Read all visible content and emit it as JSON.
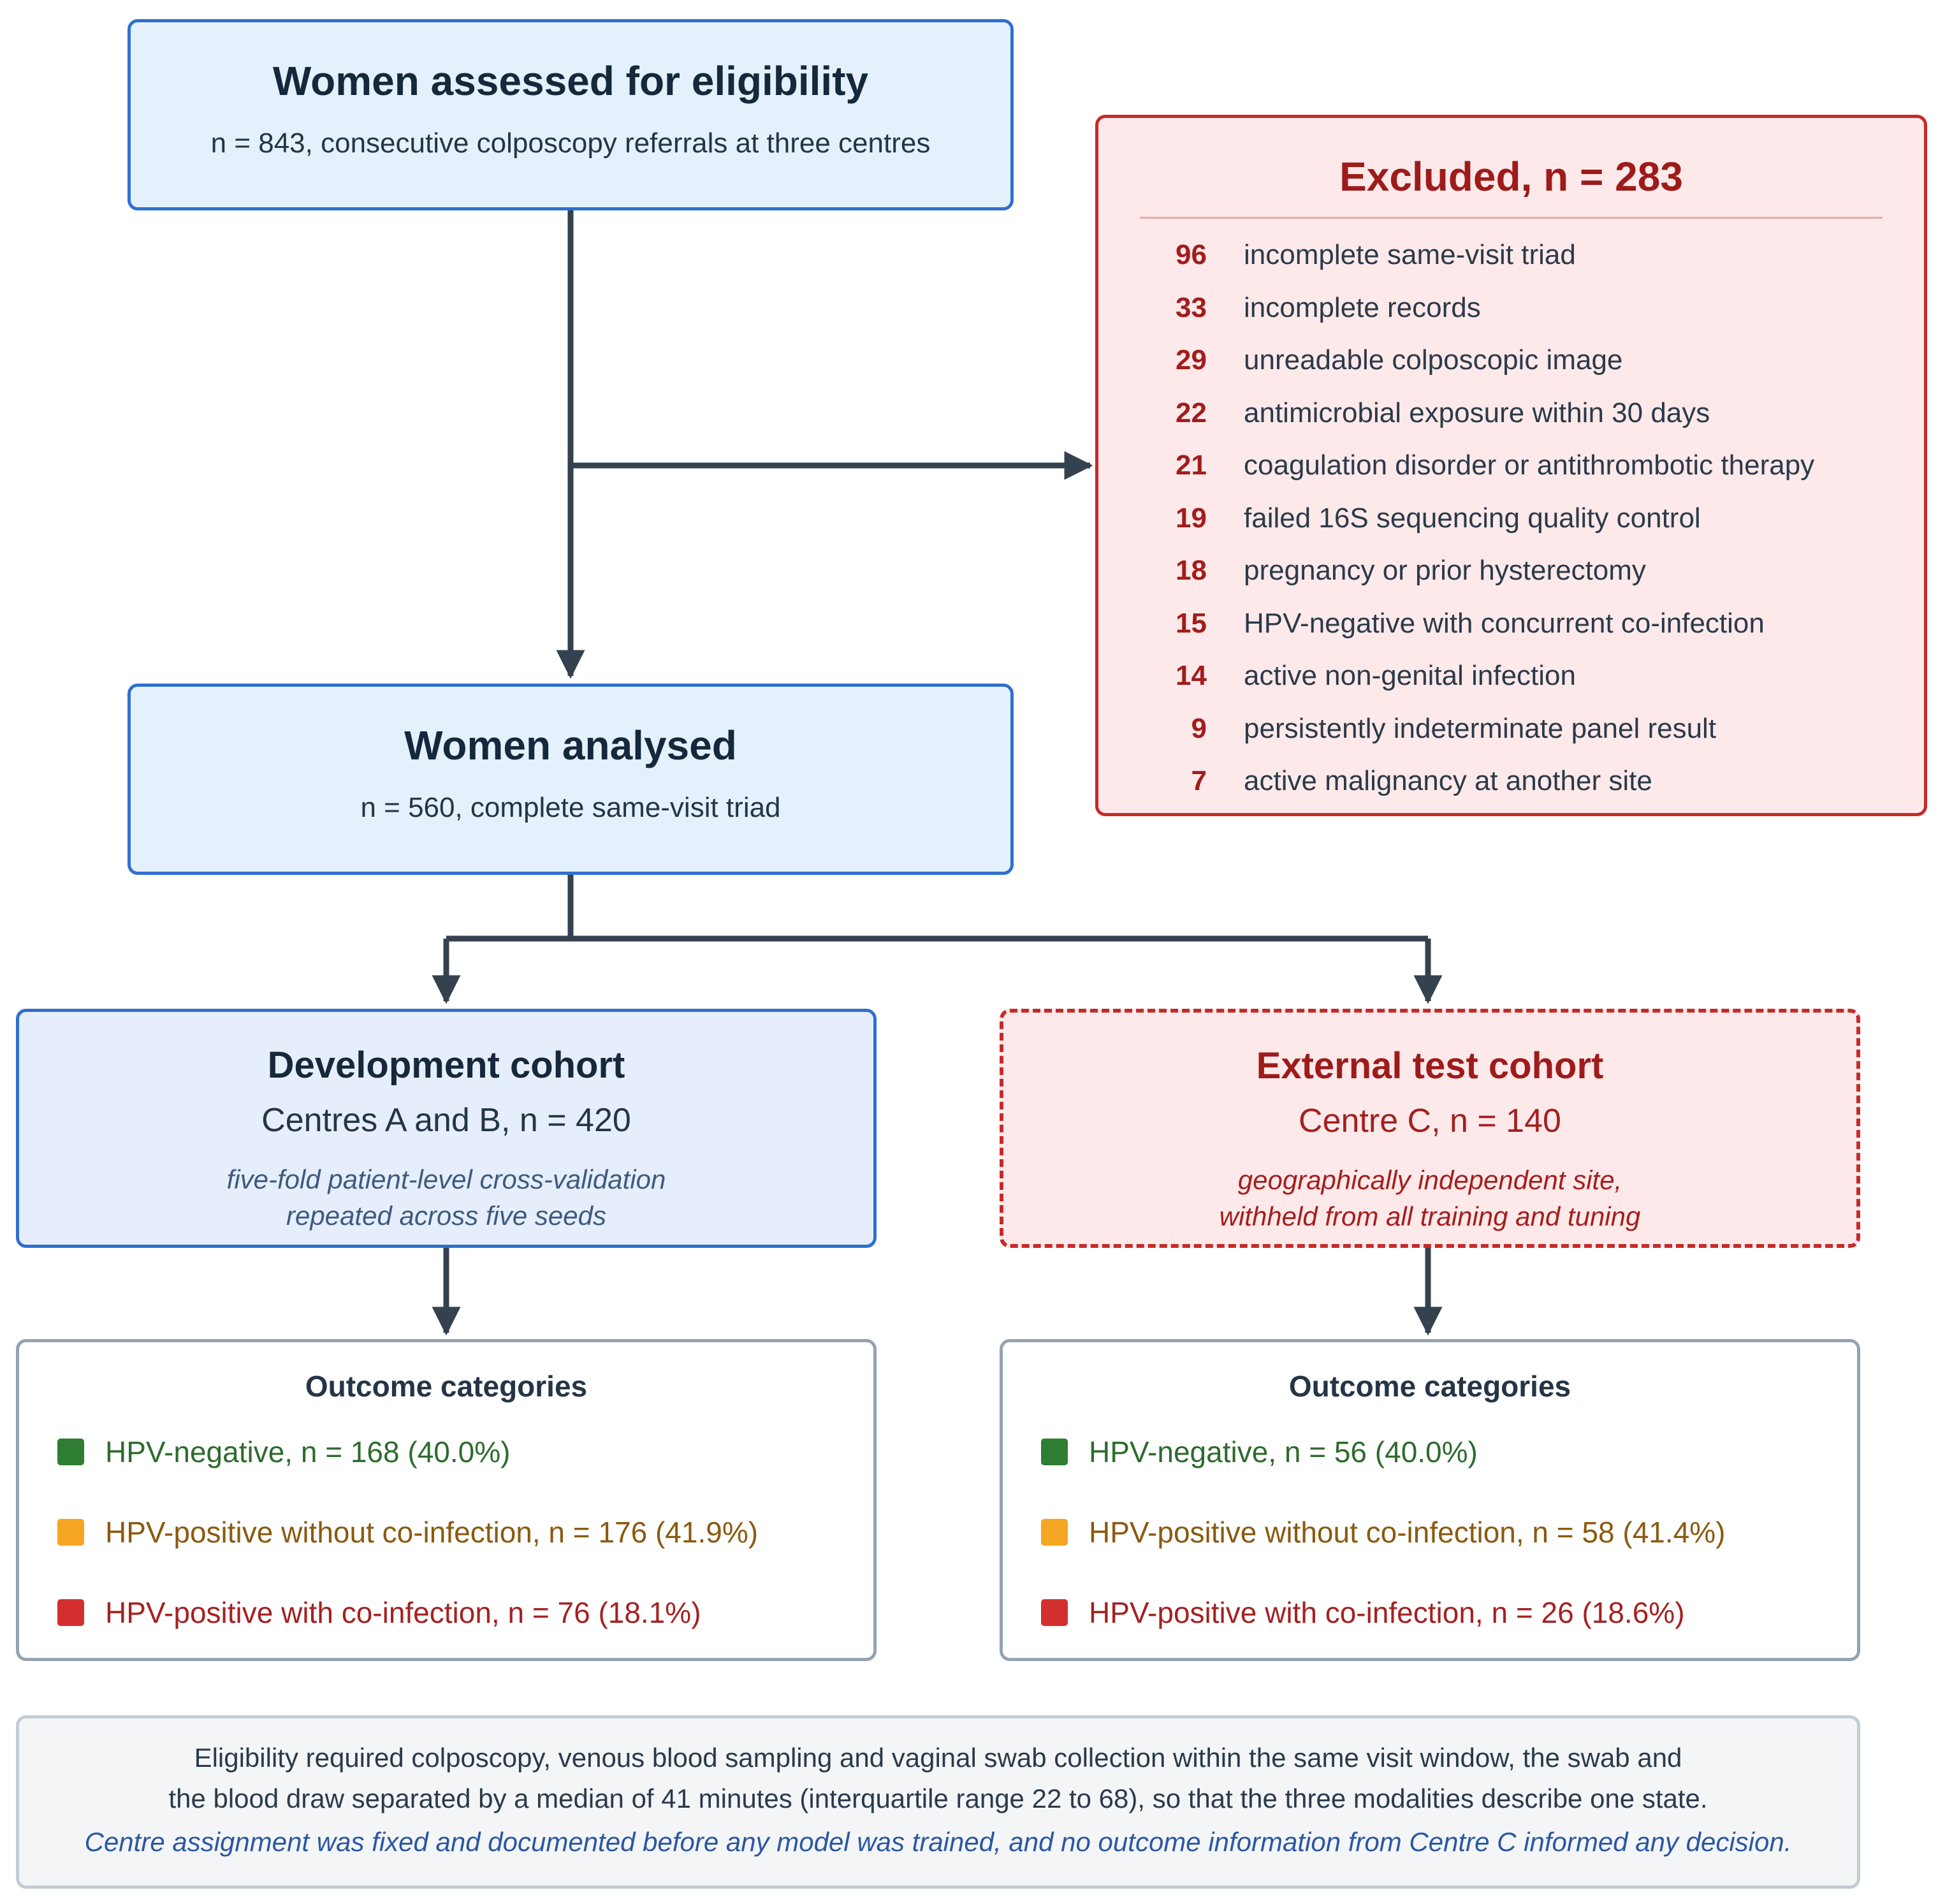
{
  "eligibility": {
    "title": "Women assessed for eligibility",
    "subtitle": "n = 843, consecutive colposcopy referrals at three centres"
  },
  "excluded": {
    "title": "Excluded, n = 283",
    "reasons": [
      {
        "n": "96",
        "text": "incomplete same-visit triad"
      },
      {
        "n": "33",
        "text": "incomplete records"
      },
      {
        "n": "29",
        "text": "unreadable colposcopic image"
      },
      {
        "n": "22",
        "text": "antimicrobial exposure within 30 days"
      },
      {
        "n": "21",
        "text": "coagulation disorder or antithrombotic therapy"
      },
      {
        "n": "19",
        "text": "failed 16S sequencing quality control"
      },
      {
        "n": "18",
        "text": "pregnancy or prior hysterectomy"
      },
      {
        "n": "15",
        "text": "HPV-negative with concurrent co-infection"
      },
      {
        "n": "14",
        "text": "active non-genital infection"
      },
      {
        "n": "9",
        "text": "persistently indeterminate panel result"
      },
      {
        "n": "7",
        "text": "active malignancy at another site"
      }
    ]
  },
  "analysed": {
    "title": "Women analysed",
    "subtitle": "n = 560, complete same-visit triad"
  },
  "development": {
    "title": "Development cohort",
    "subtitle": "Centres A and B, n = 420",
    "note_line1": "five-fold patient-level cross-validation",
    "note_line2": "repeated across five seeds"
  },
  "external": {
    "title": "External test cohort",
    "subtitle": "Centre C, n = 140",
    "note_line1": "geographically independent site,",
    "note_line2": "withheld from all training and tuning"
  },
  "dev_outcomes": {
    "title": "Outcome categories",
    "items": [
      {
        "label": "HPV-negative, n = 168 (40.0%)",
        "color": "#2e7d32",
        "text_color": "#2e6b2e"
      },
      {
        "label": "HPV-positive without co-infection, n = 176 (41.9%)",
        "color": "#f5a623",
        "text_color": "#8a5a10"
      },
      {
        "label": "HPV-positive with co-infection, n = 76 (18.1%)",
        "color": "#d32f2f",
        "text_color": "#a52121"
      }
    ]
  },
  "ext_outcomes": {
    "title": "Outcome categories",
    "items": [
      {
        "label": "HPV-negative, n = 56 (40.0%)",
        "color": "#2e7d32",
        "text_color": "#2e6b2e"
      },
      {
        "label": "HPV-positive without co-infection, n = 58 (41.4%)",
        "color": "#f5a623",
        "text_color": "#8a5a10"
      },
      {
        "label": "HPV-positive with co-infection, n = 26 (18.6%)",
        "color": "#d32f2f",
        "text_color": "#a52121"
      }
    ]
  },
  "footnote": {
    "line1": "Eligibility required colposcopy, venous blood sampling and vaginal swab collection within the same visit window, the swab and",
    "line2": "the blood draw separated by a median of 41 minutes (interquartile range 22 to 68), so that the three modalities describe one state.",
    "line3": "Centre assignment was fixed and documented before any model was trained, and no outcome information from Centre C informed any decision."
  },
  "colors": {
    "arrow": "#34424f",
    "blue_border": "#2f6fd0",
    "red_border": "#c62a2a"
  }
}
